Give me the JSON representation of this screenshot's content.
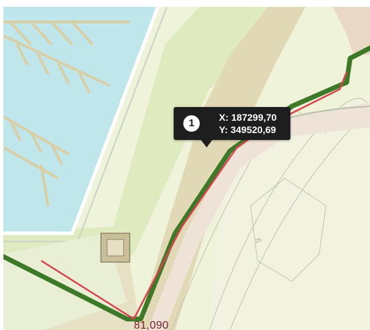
{
  "tooltip": {
    "marker_number": "1",
    "x_line": "X: 187299,70",
    "y_line": "Y: 349520,69"
  },
  "map": {
    "distance_label": "81,090",
    "contour_label": "25"
  },
  "colors": {
    "water": "#bfe6ea",
    "land_light": "#eef3da",
    "land_green": "#dfeabf",
    "sand": "#e2d9b6",
    "dike_crest": "#efe2d6",
    "track_green": "#3c7a28",
    "track_red": "#d9424d",
    "tooltip_bg": "#1e1e1e"
  }
}
